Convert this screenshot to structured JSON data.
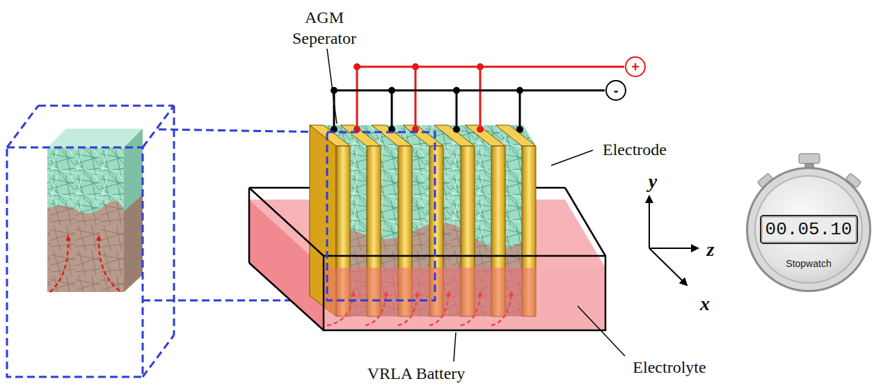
{
  "diagram": {
    "nodes": [
      {
        "text": [
          "+"
        ]
      },
      {
        "text": [
          "-"
        ]
      },
      {
        "text": [
          "Stopwatch"
        ]
      },
      {
        "text": [
          "00.05.10"
        ],
        "in": 2
      }
    ],
    "labels": [
      "AGM Seperator",
      "Electrode",
      "y",
      "z",
      "x",
      "VRLA Battery",
      "Electrolyte"
    ]
  }
}
